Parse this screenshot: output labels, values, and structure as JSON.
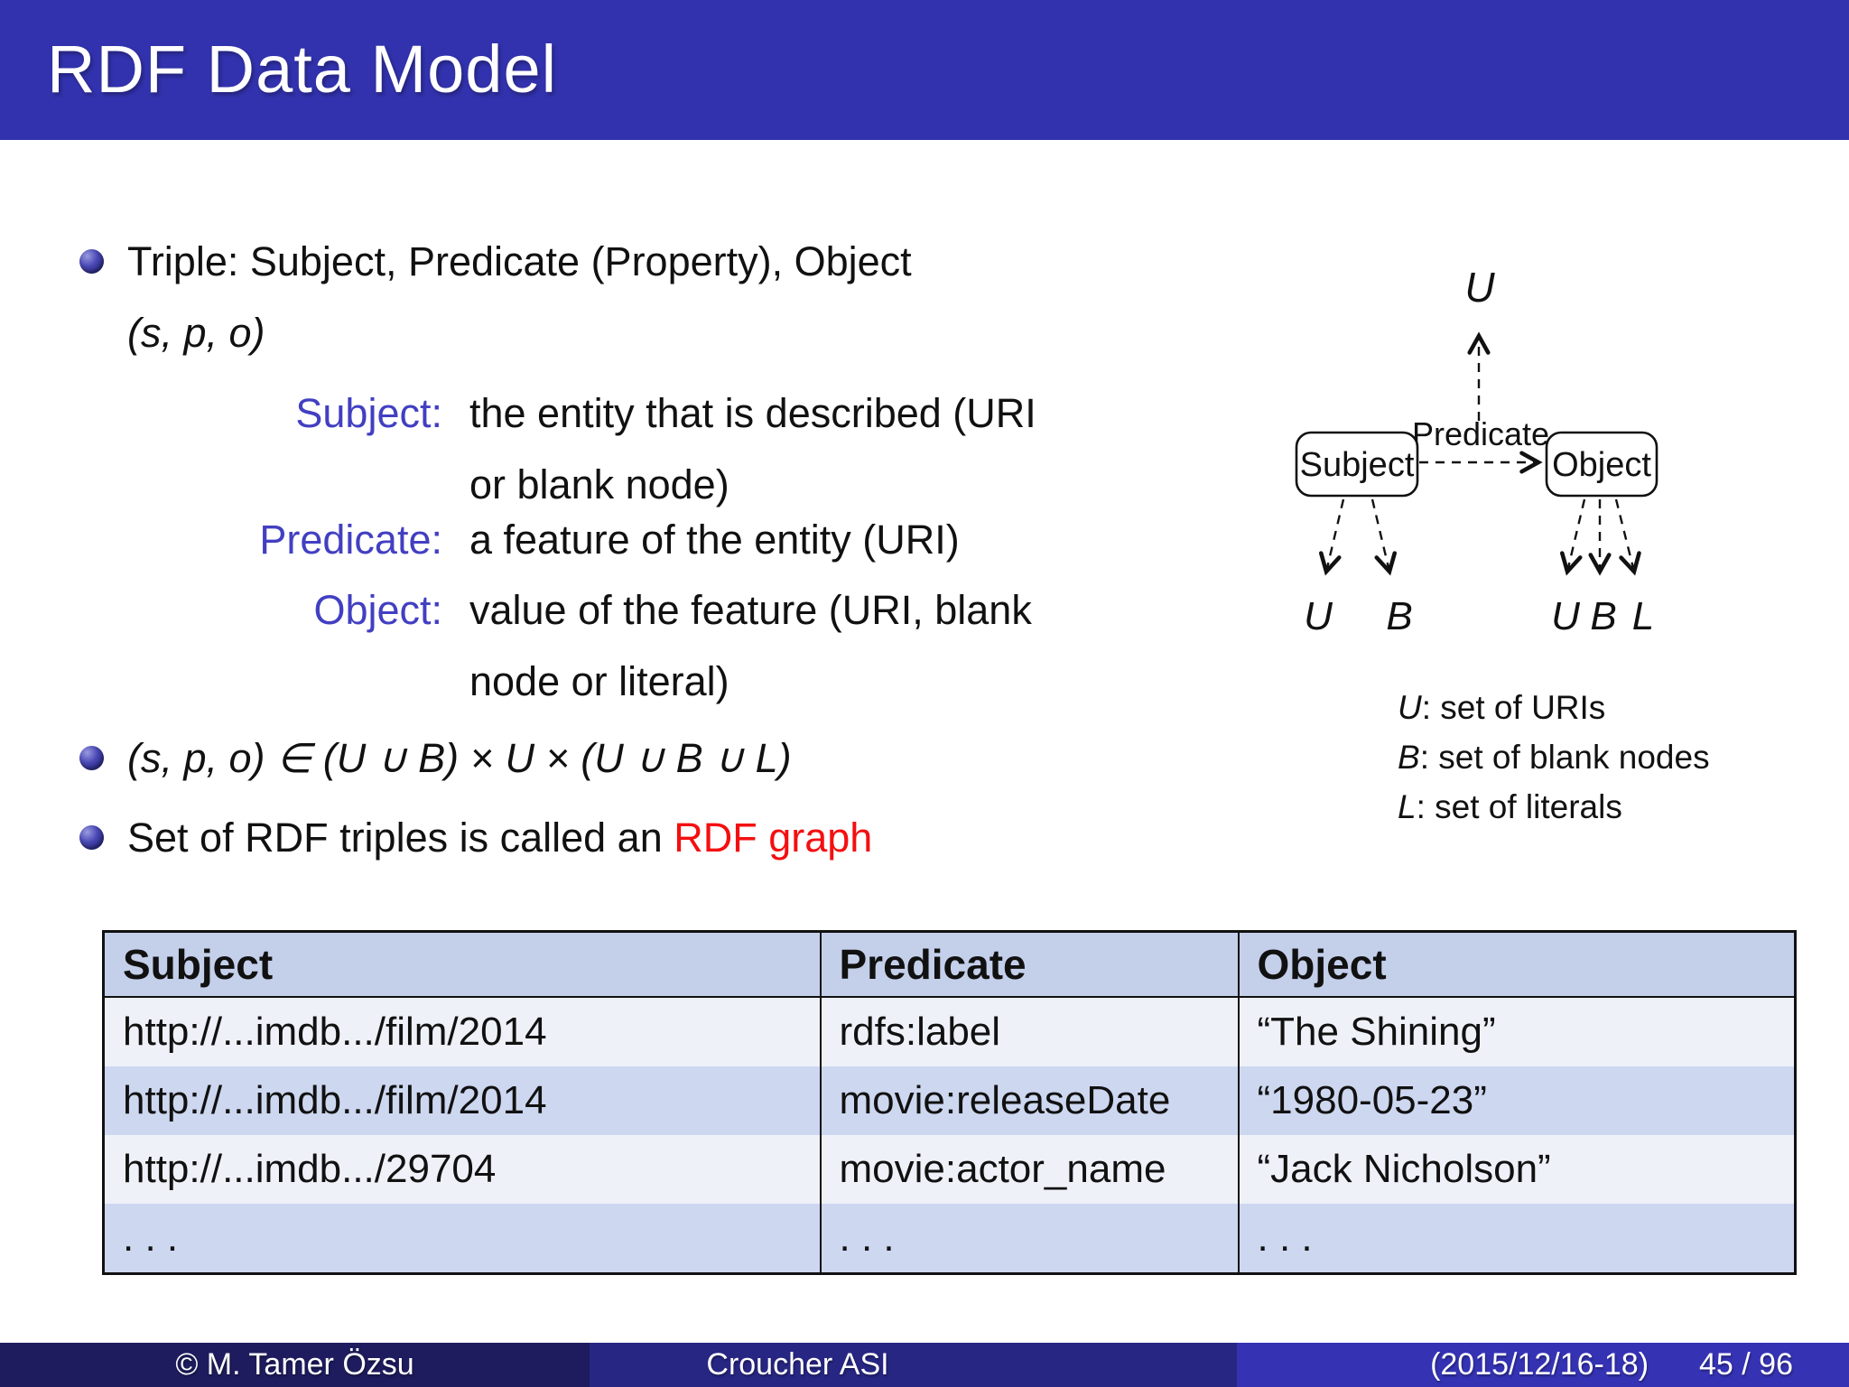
{
  "slide": {
    "title": "RDF Data Model",
    "footer": {
      "author": "© M. Tamer Özsu",
      "venue": "Croucher ASI",
      "date": "(2015/12/16-18)",
      "page": "45 / 96"
    }
  },
  "colors": {
    "header_bg": "#3232ae",
    "structure_blue": "#423fc2",
    "highlight_red": "#f40f10",
    "footer_left_bg": "#1e1c5e",
    "footer_mid_bg": "#272683",
    "footer_right_bg": "#3533b4",
    "table_header_bg": "#c4cfea",
    "table_row_light": "#eef1f8",
    "table_row_dark": "#cdd7f0"
  },
  "bullets": {
    "triple": {
      "line1": "Triple: Subject, Predicate (Property), Object",
      "line2": "(s, p, o)"
    },
    "membership": "(s, p, o) ∈ (U ∪ B) × U × (U ∪ B ∪ L)",
    "graph": {
      "text": "Set of RDF triples is called an ",
      "highlight": "RDF graph"
    }
  },
  "definitions": [
    {
      "label": "Subject:",
      "line1": "the entity that is described (URI",
      "line2": "or blank node)"
    },
    {
      "label": "Predicate:",
      "line1": "a feature of the entity (URI)",
      "line2": ""
    },
    {
      "label": "Object:",
      "line1": "value of the feature (URI, blank",
      "line2": "node or literal)"
    }
  ],
  "diagram": {
    "top_set": "U",
    "predicate_label": "Predicate",
    "subject_node": "Subject",
    "object_node": "Object",
    "subject_sets": [
      "U",
      "B"
    ],
    "object_sets": [
      "U",
      "B",
      "L"
    ],
    "legend": [
      {
        "sym": "U",
        "text": ": set of URIs"
      },
      {
        "sym": "B",
        "text": ": set of blank nodes"
      },
      {
        "sym": "L",
        "text": ": set of literals"
      }
    ]
  },
  "table": {
    "headers": [
      "Subject",
      "Predicate",
      "Object"
    ],
    "rows": [
      [
        "http://...imdb.../film/2014",
        "rdfs:label",
        "“The Shining”"
      ],
      [
        "http://...imdb.../film/2014",
        "movie:releaseDate",
        "“1980-05-23”"
      ],
      [
        "http://...imdb.../29704",
        "movie:actor_name",
        "“Jack Nicholson”"
      ],
      [
        ". . .",
        ". . .",
        ". . ."
      ]
    ]
  }
}
